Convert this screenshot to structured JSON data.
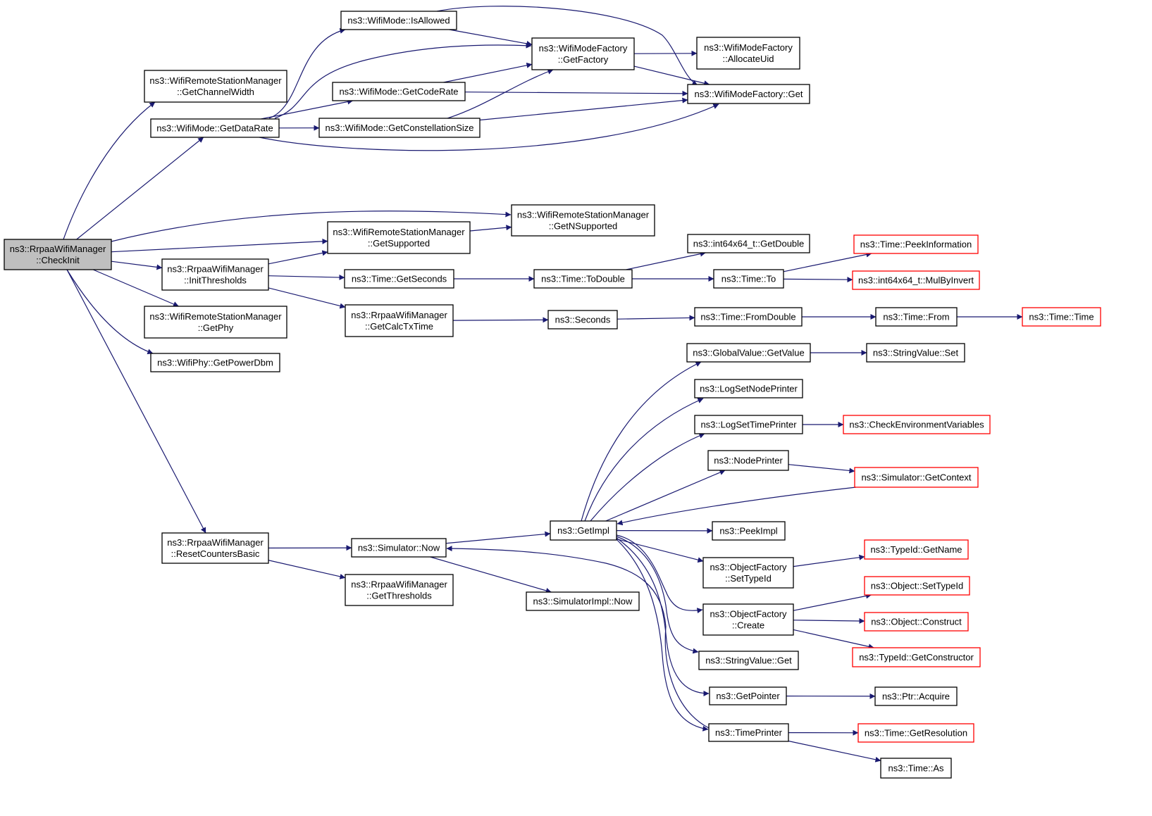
{
  "colors": {
    "edge": "#191970",
    "node_border": "#000000",
    "node_border_truncated": "#ff0000",
    "node_fill": "#ffffff",
    "root_fill": "#bfbfbf"
  },
  "nodes": [
    {
      "id": "checkinit",
      "lines": [
        "ns3::RrpaaWifiManager",
        "::CheckInit"
      ],
      "style": "root"
    },
    {
      "id": "getchannelwidth",
      "lines": [
        "ns3::WifiRemoteStationManager",
        "::GetChannelWidth"
      ],
      "style": "normal"
    },
    {
      "id": "getdatarate",
      "lines": [
        "ns3::WifiMode::GetDataRate"
      ],
      "style": "normal"
    },
    {
      "id": "isallowed",
      "lines": [
        "ns3::WifiMode::IsAllowed"
      ],
      "style": "normal"
    },
    {
      "id": "getfactory",
      "lines": [
        "ns3::WifiModeFactory",
        "::GetFactory"
      ],
      "style": "normal"
    },
    {
      "id": "allocateuid",
      "lines": [
        "ns3::WifiModeFactory",
        "::AllocateUid"
      ],
      "style": "normal"
    },
    {
      "id": "getcoderate",
      "lines": [
        "ns3::WifiMode::GetCodeRate"
      ],
      "style": "normal"
    },
    {
      "id": "wmfget",
      "lines": [
        "ns3::WifiModeFactory::Get"
      ],
      "style": "normal"
    },
    {
      "id": "getconstellationsize",
      "lines": [
        "ns3::WifiMode::GetConstellationSize"
      ],
      "style": "normal"
    },
    {
      "id": "getnsupported",
      "lines": [
        "ns3::WifiRemoteStationManager",
        "::GetNSupported"
      ],
      "style": "normal"
    },
    {
      "id": "getsupported",
      "lines": [
        "ns3::WifiRemoteStationManager",
        "::GetSupported"
      ],
      "style": "normal"
    },
    {
      "id": "initthresholds",
      "lines": [
        "ns3::RrpaaWifiManager",
        "::InitThresholds"
      ],
      "style": "normal"
    },
    {
      "id": "getseconds",
      "lines": [
        "ns3::Time::GetSeconds"
      ],
      "style": "normal"
    },
    {
      "id": "todouble",
      "lines": [
        "ns3::Time::ToDouble"
      ],
      "style": "normal"
    },
    {
      "id": "i64getdouble",
      "lines": [
        "ns3::int64x64_t::GetDouble"
      ],
      "style": "normal"
    },
    {
      "id": "timeto",
      "lines": [
        "ns3::Time::To"
      ],
      "style": "normal"
    },
    {
      "id": "peekinformation",
      "lines": [
        "ns3::Time::PeekInformation"
      ],
      "style": "truncated"
    },
    {
      "id": "mulbyinvert",
      "lines": [
        "ns3::int64x64_t::MulByInvert"
      ],
      "style": "truncated"
    },
    {
      "id": "getcalctxtime",
      "lines": [
        "ns3::RrpaaWifiManager",
        "::GetCalcTxTime"
      ],
      "style": "normal"
    },
    {
      "id": "seconds",
      "lines": [
        "ns3::Seconds"
      ],
      "style": "normal"
    },
    {
      "id": "fromdouble",
      "lines": [
        "ns3::Time::FromDouble"
      ],
      "style": "normal"
    },
    {
      "id": "timefrom",
      "lines": [
        "ns3::Time::From"
      ],
      "style": "normal"
    },
    {
      "id": "timetime",
      "lines": [
        "ns3::Time::Time"
      ],
      "style": "truncated"
    },
    {
      "id": "getphy",
      "lines": [
        "ns3::WifiRemoteStationManager",
        "::GetPhy"
      ],
      "style": "normal"
    },
    {
      "id": "getpowerdbm",
      "lines": [
        "ns3::WifiPhy::GetPowerDbm"
      ],
      "style": "normal"
    },
    {
      "id": "getvalue",
      "lines": [
        "ns3::GlobalValue::GetValue"
      ],
      "style": "normal"
    },
    {
      "id": "stringvalueset",
      "lines": [
        "ns3::StringValue::Set"
      ],
      "style": "normal"
    },
    {
      "id": "logsetnodeprinter",
      "lines": [
        "ns3::LogSetNodePrinter"
      ],
      "style": "normal"
    },
    {
      "id": "logsettimeprinter",
      "lines": [
        "ns3::LogSetTimePrinter"
      ],
      "style": "normal"
    },
    {
      "id": "checkenv",
      "lines": [
        "ns3::CheckEnvironmentVariables"
      ],
      "style": "truncated"
    },
    {
      "id": "nodeprinter",
      "lines": [
        "ns3::NodePrinter"
      ],
      "style": "normal"
    },
    {
      "id": "getcontext",
      "lines": [
        "ns3::Simulator::GetContext"
      ],
      "style": "truncated"
    },
    {
      "id": "getimpl",
      "lines": [
        "ns3::GetImpl"
      ],
      "style": "normal"
    },
    {
      "id": "peekimpl",
      "lines": [
        "ns3::PeekImpl"
      ],
      "style": "normal"
    },
    {
      "id": "resetcountersbasic",
      "lines": [
        "ns3::RrpaaWifiManager",
        "::ResetCountersBasic"
      ],
      "style": "normal"
    },
    {
      "id": "simnow",
      "lines": [
        "ns3::Simulator::Now"
      ],
      "style": "normal"
    },
    {
      "id": "getthresholds",
      "lines": [
        "ns3::RrpaaWifiManager",
        "::GetThresholds"
      ],
      "style": "normal"
    },
    {
      "id": "simimplnow",
      "lines": [
        "ns3::SimulatorImpl::Now"
      ],
      "style": "normal"
    },
    {
      "id": "settypeid",
      "lines": [
        "ns3::ObjectFactory",
        "::SetTypeId"
      ],
      "style": "normal"
    },
    {
      "id": "typeidgetname",
      "lines": [
        "ns3::TypeId::GetName"
      ],
      "style": "truncated"
    },
    {
      "id": "objsettypeid",
      "lines": [
        "ns3::Object::SetTypeId"
      ],
      "style": "truncated"
    },
    {
      "id": "ofcreate",
      "lines": [
        "ns3::ObjectFactory",
        "::Create"
      ],
      "style": "normal"
    },
    {
      "id": "objconstruct",
      "lines": [
        "ns3::Object::Construct"
      ],
      "style": "truncated"
    },
    {
      "id": "getconstructor",
      "lines": [
        "ns3::TypeId::GetConstructor"
      ],
      "style": "truncated"
    },
    {
      "id": "stringvalueget",
      "lines": [
        "ns3::StringValue::Get"
      ],
      "style": "normal"
    },
    {
      "id": "getpointer",
      "lines": [
        "ns3::GetPointer"
      ],
      "style": "normal"
    },
    {
      "id": "ptracquire",
      "lines": [
        "ns3::Ptr::Acquire"
      ],
      "style": "normal"
    },
    {
      "id": "timeprinter",
      "lines": [
        "ns3::TimePrinter"
      ],
      "style": "normal"
    },
    {
      "id": "getresolution",
      "lines": [
        "ns3::Time::GetResolution"
      ],
      "style": "truncated"
    },
    {
      "id": "timeas",
      "lines": [
        "ns3::Time::As"
      ],
      "style": "normal"
    }
  ],
  "edges": [
    [
      "checkinit",
      "getchannelwidth"
    ],
    [
      "checkinit",
      "getdatarate"
    ],
    [
      "checkinit",
      "getnsupported"
    ],
    [
      "checkinit",
      "getsupported"
    ],
    [
      "checkinit",
      "initthresholds"
    ],
    [
      "checkinit",
      "getphy"
    ],
    [
      "checkinit",
      "getpowerdbm"
    ],
    [
      "checkinit",
      "resetcountersbasic"
    ],
    [
      "getdatarate",
      "isallowed"
    ],
    [
      "getdatarate",
      "getfactory"
    ],
    [
      "getdatarate",
      "getcoderate"
    ],
    [
      "getdatarate",
      "getconstellationsize"
    ],
    [
      "getdatarate",
      "wmfget"
    ],
    [
      "isallowed",
      "getfactory"
    ],
    [
      "isallowed",
      "wmfget"
    ],
    [
      "getfactory",
      "allocateuid"
    ],
    [
      "getfactory",
      "wmfget"
    ],
    [
      "getcoderate",
      "getfactory"
    ],
    [
      "getcoderate",
      "wmfget"
    ],
    [
      "getconstellationsize",
      "getfactory"
    ],
    [
      "getconstellationsize",
      "wmfget"
    ],
    [
      "getsupported",
      "getnsupported"
    ],
    [
      "initthresholds",
      "getsupported"
    ],
    [
      "initthresholds",
      "getseconds"
    ],
    [
      "initthresholds",
      "getcalctxtime"
    ],
    [
      "getseconds",
      "todouble"
    ],
    [
      "todouble",
      "i64getdouble"
    ],
    [
      "todouble",
      "timeto"
    ],
    [
      "timeto",
      "peekinformation"
    ],
    [
      "timeto",
      "mulbyinvert"
    ],
    [
      "getcalctxtime",
      "seconds"
    ],
    [
      "seconds",
      "fromdouble"
    ],
    [
      "fromdouble",
      "timefrom"
    ],
    [
      "timefrom",
      "timetime"
    ],
    [
      "resetcountersbasic",
      "simnow"
    ],
    [
      "resetcountersbasic",
      "getthresholds"
    ],
    [
      "simnow",
      "getimpl"
    ],
    [
      "simnow",
      "simimplnow"
    ],
    [
      "getimpl",
      "getvalue"
    ],
    [
      "getimpl",
      "logsetnodeprinter"
    ],
    [
      "getimpl",
      "logsettimeprinter"
    ],
    [
      "getimpl",
      "nodeprinter"
    ],
    [
      "getimpl",
      "peekimpl"
    ],
    [
      "getimpl",
      "settypeid"
    ],
    [
      "getimpl",
      "ofcreate"
    ],
    [
      "getimpl",
      "stringvalueget"
    ],
    [
      "getimpl",
      "getpointer"
    ],
    [
      "getimpl",
      "timeprinter"
    ],
    [
      "getvalue",
      "stringvalueset"
    ],
    [
      "logsettimeprinter",
      "checkenv"
    ],
    [
      "nodeprinter",
      "getcontext"
    ],
    [
      "getcontext",
      "getimpl"
    ],
    [
      "settypeid",
      "typeidgetname"
    ],
    [
      "ofcreate",
      "objsettypeid"
    ],
    [
      "ofcreate",
      "objconstruct"
    ],
    [
      "ofcreate",
      "getconstructor"
    ],
    [
      "getpointer",
      "ptracquire"
    ],
    [
      "timeprinter",
      "simnow"
    ],
    [
      "timeprinter",
      "getresolution"
    ],
    [
      "timeprinter",
      "timeas"
    ]
  ]
}
